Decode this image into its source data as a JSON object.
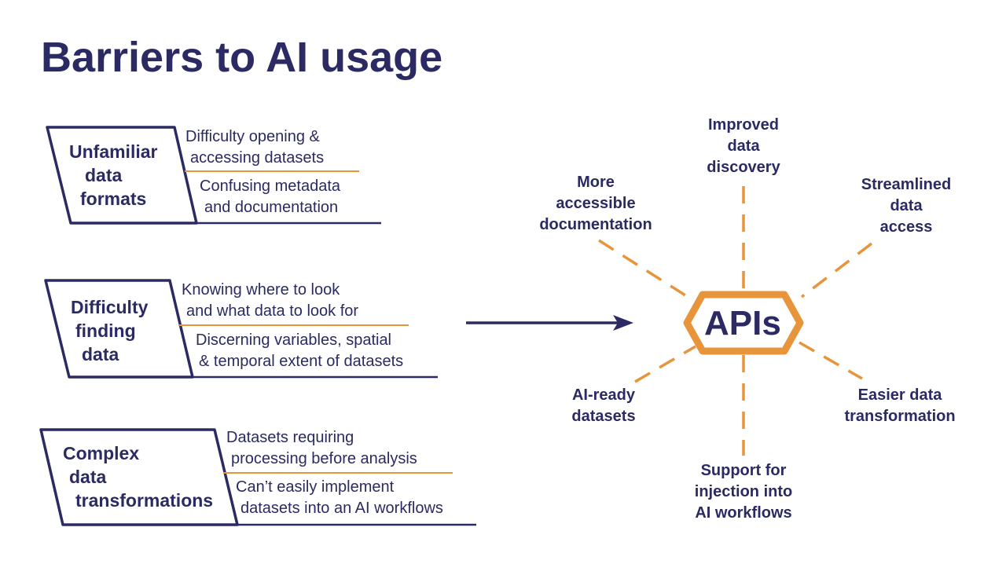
{
  "title": "Barriers to AI usage",
  "colors": {
    "navy": "#2b2a63",
    "orange": "#e8943a"
  },
  "barriers": [
    {
      "heading": [
        "Unfamiliar",
        "data",
        "formats"
      ],
      "issues": [
        [
          "Difficulty opening &",
          "accessing datasets"
        ],
        [
          "Confusing metadata",
          "and documentation"
        ]
      ]
    },
    {
      "heading": [
        "Difficulty",
        "finding",
        "data"
      ],
      "issues": [
        [
          "Knowing where to look",
          "and what data to look for"
        ],
        [
          "Discerning variables, spatial",
          "& temporal extent of datasets"
        ]
      ]
    },
    {
      "heading": [
        "Complex",
        "data",
        "transformations"
      ],
      "issues": [
        [
          "Datasets requiring",
          "processing before analysis"
        ],
        [
          "Can’t easily implement",
          "datasets into an AI workflows"
        ]
      ]
    }
  ],
  "hub": {
    "label": "APIs"
  },
  "benefits": [
    [
      "Improved",
      "data",
      "discovery"
    ],
    [
      "Streamlined",
      "data",
      "access"
    ],
    [
      "Easier data",
      "transformation"
    ],
    [
      "Support for",
      "injection into",
      "AI workflows"
    ],
    [
      "AI-ready",
      "datasets"
    ],
    [
      "More",
      "accessible",
      "documentation"
    ]
  ]
}
